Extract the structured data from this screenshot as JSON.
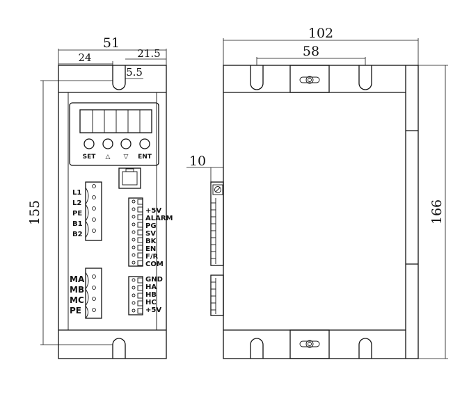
{
  "dimensions": {
    "front_width": "51",
    "front_left_offset": "24",
    "front_right_offset": "21.5",
    "slot_width": "5.5",
    "front_height": "155",
    "side_width": "102",
    "side_hole_spacing": "58",
    "side_connector_depth": "10",
    "side_height": "166"
  },
  "panel_buttons": [
    "SET",
    "△",
    "▽",
    "ENT"
  ],
  "power_terminals": [
    "L1",
    "L2",
    "PE",
    "B1",
    "B2"
  ],
  "motor_terminals": [
    "MA",
    "MB",
    "MC",
    "PE"
  ],
  "signal_terminals": [
    "+5V",
    "ALARM",
    "PG",
    "SV",
    "BK",
    "EN",
    "F/R",
    "COM"
  ],
  "hall_terminals": [
    "GND",
    "HA",
    "HB",
    "HC",
    "+5V"
  ]
}
